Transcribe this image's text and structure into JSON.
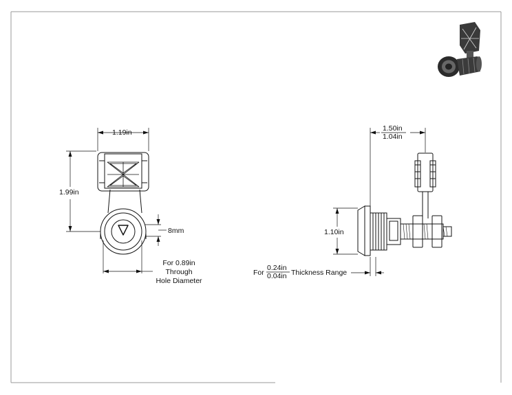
{
  "front_view": {
    "width_dim": "1.19in",
    "height_dim": "1.99in",
    "cam_dim": "8mm",
    "hole_note": [
      "For 0.89in",
      "Through",
      "Hole Diameter"
    ]
  },
  "side_view": {
    "reach_dim_max": "1.50in",
    "reach_dim_min": "1.04in",
    "body_dim": "1.10in",
    "thickness_prefix": "For",
    "thickness_max": "0.24in",
    "thickness_min": "0.04in",
    "thickness_suffix": "Thickness Range"
  },
  "colors": {
    "line": "#111111",
    "border": "#9a9a9a",
    "iso_dark": "#2b2b2b",
    "iso_mid": "#6e6e6e"
  }
}
